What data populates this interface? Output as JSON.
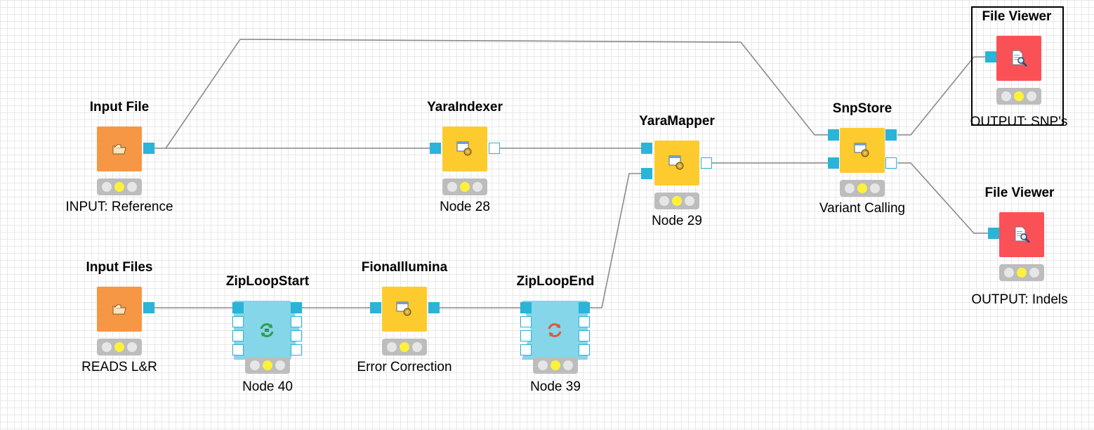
{
  "workflow": {
    "nodes": [
      {
        "id": "input-file",
        "title": "Input File",
        "label": "INPUT: Reference",
        "type": "file-reader",
        "color": "orange",
        "icon": "folder-icon",
        "status": [
          "off",
          "on",
          "off"
        ]
      },
      {
        "id": "input-files",
        "title": "Input Files",
        "label": "READS L&R",
        "type": "file-reader",
        "color": "orange",
        "icon": "folder-icon",
        "status": [
          "off",
          "on",
          "off"
        ]
      },
      {
        "id": "zip-loop-start",
        "title": "ZipLoopStart",
        "label": "Node 40",
        "type": "loop-start",
        "color": "blue",
        "icon": "loop-start-icon",
        "status": [
          "off",
          "on",
          "off"
        ]
      },
      {
        "id": "fiona-illumina",
        "title": "FionaIllumina",
        "label": "Error Correction",
        "type": "tool",
        "color": "yellow",
        "icon": "gear-window-icon",
        "status": [
          "off",
          "on",
          "off"
        ]
      },
      {
        "id": "zip-loop-end",
        "title": "ZipLoopEnd",
        "label": "Node 39",
        "type": "loop-end",
        "color": "blue",
        "icon": "loop-end-icon",
        "status": [
          "off",
          "on",
          "off"
        ]
      },
      {
        "id": "yara-indexer",
        "title": "YaraIndexer",
        "label": "Node 28",
        "type": "tool",
        "color": "yellow",
        "icon": "gear-window-icon",
        "status": [
          "off",
          "on",
          "off"
        ]
      },
      {
        "id": "yara-mapper",
        "title": "YaraMapper",
        "label": "Node 29",
        "type": "tool",
        "color": "yellow",
        "icon": "gear-window-icon",
        "status": [
          "off",
          "on",
          "off"
        ]
      },
      {
        "id": "snp-store",
        "title": "SnpStore",
        "label": "Variant Calling",
        "type": "tool",
        "color": "yellow",
        "icon": "gear-window-icon",
        "status": [
          "off",
          "on",
          "off"
        ]
      },
      {
        "id": "file-viewer-snps",
        "title": "File Viewer",
        "label": "OUTPUT: SNP's",
        "type": "viewer",
        "color": "red",
        "icon": "document-magnifier-icon",
        "status": [
          "off",
          "on",
          "off"
        ],
        "selected": true
      },
      {
        "id": "file-viewer-indels",
        "title": "File Viewer",
        "label": "OUTPUT: Indels",
        "type": "viewer",
        "color": "red",
        "icon": "document-magnifier-icon",
        "status": [
          "off",
          "on",
          "off"
        ]
      }
    ],
    "connections": [
      {
        "from": "input-file",
        "to": "yara-indexer"
      },
      {
        "from": "input-file",
        "to": "snp-store"
      },
      {
        "from": "yara-indexer",
        "to": "yara-mapper"
      },
      {
        "from": "input-files",
        "to": "zip-loop-start"
      },
      {
        "from": "zip-loop-start",
        "to": "fiona-illumina"
      },
      {
        "from": "fiona-illumina",
        "to": "zip-loop-end"
      },
      {
        "from": "zip-loop-end",
        "to": "yara-mapper"
      },
      {
        "from": "yara-mapper",
        "to": "snp-store"
      },
      {
        "from": "snp-store",
        "to": "file-viewer-snps"
      },
      {
        "from": "snp-store",
        "to": "file-viewer-indels"
      }
    ]
  },
  "colors": {
    "orange": "#f69745",
    "yellow": "#fdcb2e",
    "red": "#fa5157",
    "blue": "#84d6e8",
    "port": "#29b4d8",
    "wire": "#8a8a8a",
    "status_on": "#fdf13a",
    "status_off": "#e6e6e6"
  }
}
